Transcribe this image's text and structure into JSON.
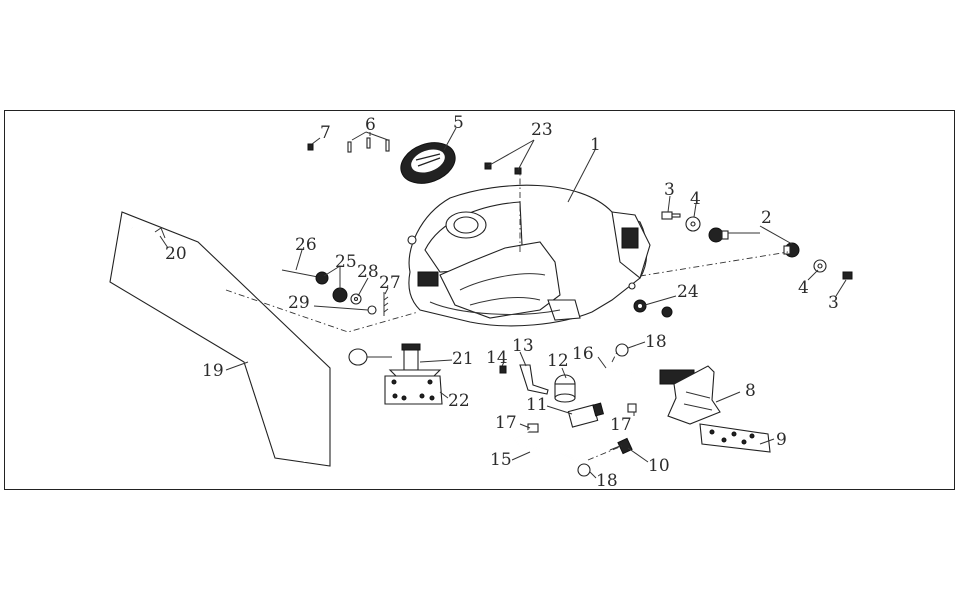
{
  "callouts": [
    {
      "id": "c1",
      "text": "1"
    },
    {
      "id": "c2",
      "text": "2"
    },
    {
      "id": "c3a",
      "text": "3"
    },
    {
      "id": "c3b",
      "text": "3"
    },
    {
      "id": "c4a",
      "text": "4"
    },
    {
      "id": "c4b",
      "text": "4"
    },
    {
      "id": "c5",
      "text": "5"
    },
    {
      "id": "c6",
      "text": "6"
    },
    {
      "id": "c7",
      "text": "7"
    },
    {
      "id": "c8",
      "text": "8"
    },
    {
      "id": "c9",
      "text": "9"
    },
    {
      "id": "c10",
      "text": "10"
    },
    {
      "id": "c11",
      "text": "11"
    },
    {
      "id": "c12",
      "text": "12"
    },
    {
      "id": "c13",
      "text": "13"
    },
    {
      "id": "c14",
      "text": "14"
    },
    {
      "id": "c15",
      "text": "15"
    },
    {
      "id": "c16",
      "text": "16"
    },
    {
      "id": "c17a",
      "text": "17"
    },
    {
      "id": "c17b",
      "text": "17"
    },
    {
      "id": "c18a",
      "text": "18"
    },
    {
      "id": "c18b",
      "text": "18"
    },
    {
      "id": "c19",
      "text": "19"
    },
    {
      "id": "c20",
      "text": "20"
    },
    {
      "id": "c21",
      "text": "21"
    },
    {
      "id": "c22",
      "text": "22"
    },
    {
      "id": "c23",
      "text": "23"
    },
    {
      "id": "c24",
      "text": "24"
    },
    {
      "id": "c25",
      "text": "25"
    },
    {
      "id": "c26",
      "text": "26"
    },
    {
      "id": "c27",
      "text": "27"
    },
    {
      "id": "c28",
      "text": "28"
    },
    {
      "id": "c29",
      "text": "29"
    }
  ]
}
